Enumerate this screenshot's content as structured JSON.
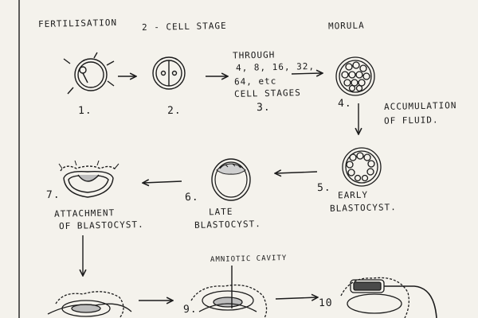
{
  "headings": {
    "fertilisation": "FERTILISATION",
    "two_cell_stage": "2 - CELL STAGE",
    "morula": "MORULA"
  },
  "through_text": [
    "THROUGH",
    "4, 8, 16, 32,",
    "64,    etc",
    "CELL STAGES"
  ],
  "steps": {
    "s1": "1.",
    "s2": "2.",
    "s3": "3.",
    "s4": "4.",
    "s5": "5.",
    "s6": "6.",
    "s7": "7.",
    "s9": "9.",
    "s10": "10"
  },
  "captions": {
    "fluid": [
      "ACCUMULATION",
      "OF FLUID."
    ],
    "early": [
      "EARLY",
      "BLASTOCYST."
    ],
    "late": [
      "LATE",
      "BLASTOCYST."
    ],
    "attachment": [
      "ATTACHMENT",
      "OF BLASTOCYST."
    ],
    "amniotic": "AMNIOTIC CAVITY"
  }
}
